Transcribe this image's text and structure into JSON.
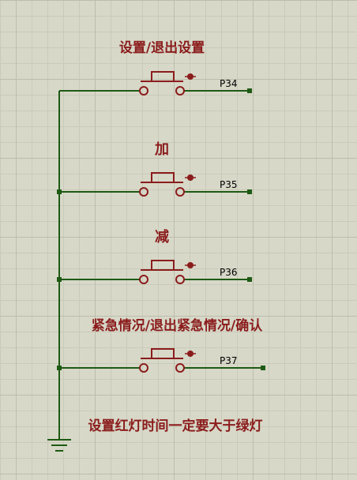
{
  "buttons": [
    {
      "title": "设置/退出设置",
      "pin": "P34"
    },
    {
      "title": "加",
      "pin": "P35"
    },
    {
      "title": "减",
      "pin": "P36"
    },
    {
      "title": "紧急情况/退出紧急情况/确认",
      "pin": "P37"
    }
  ],
  "note": "设置红灯时间一定要大于绿灯",
  "colors": {
    "wire": "#1e5a14",
    "component": "#8b1c1c",
    "label": "#8b1c1c",
    "pin_text": "#000000",
    "grid_background": "#d7d8c8"
  }
}
